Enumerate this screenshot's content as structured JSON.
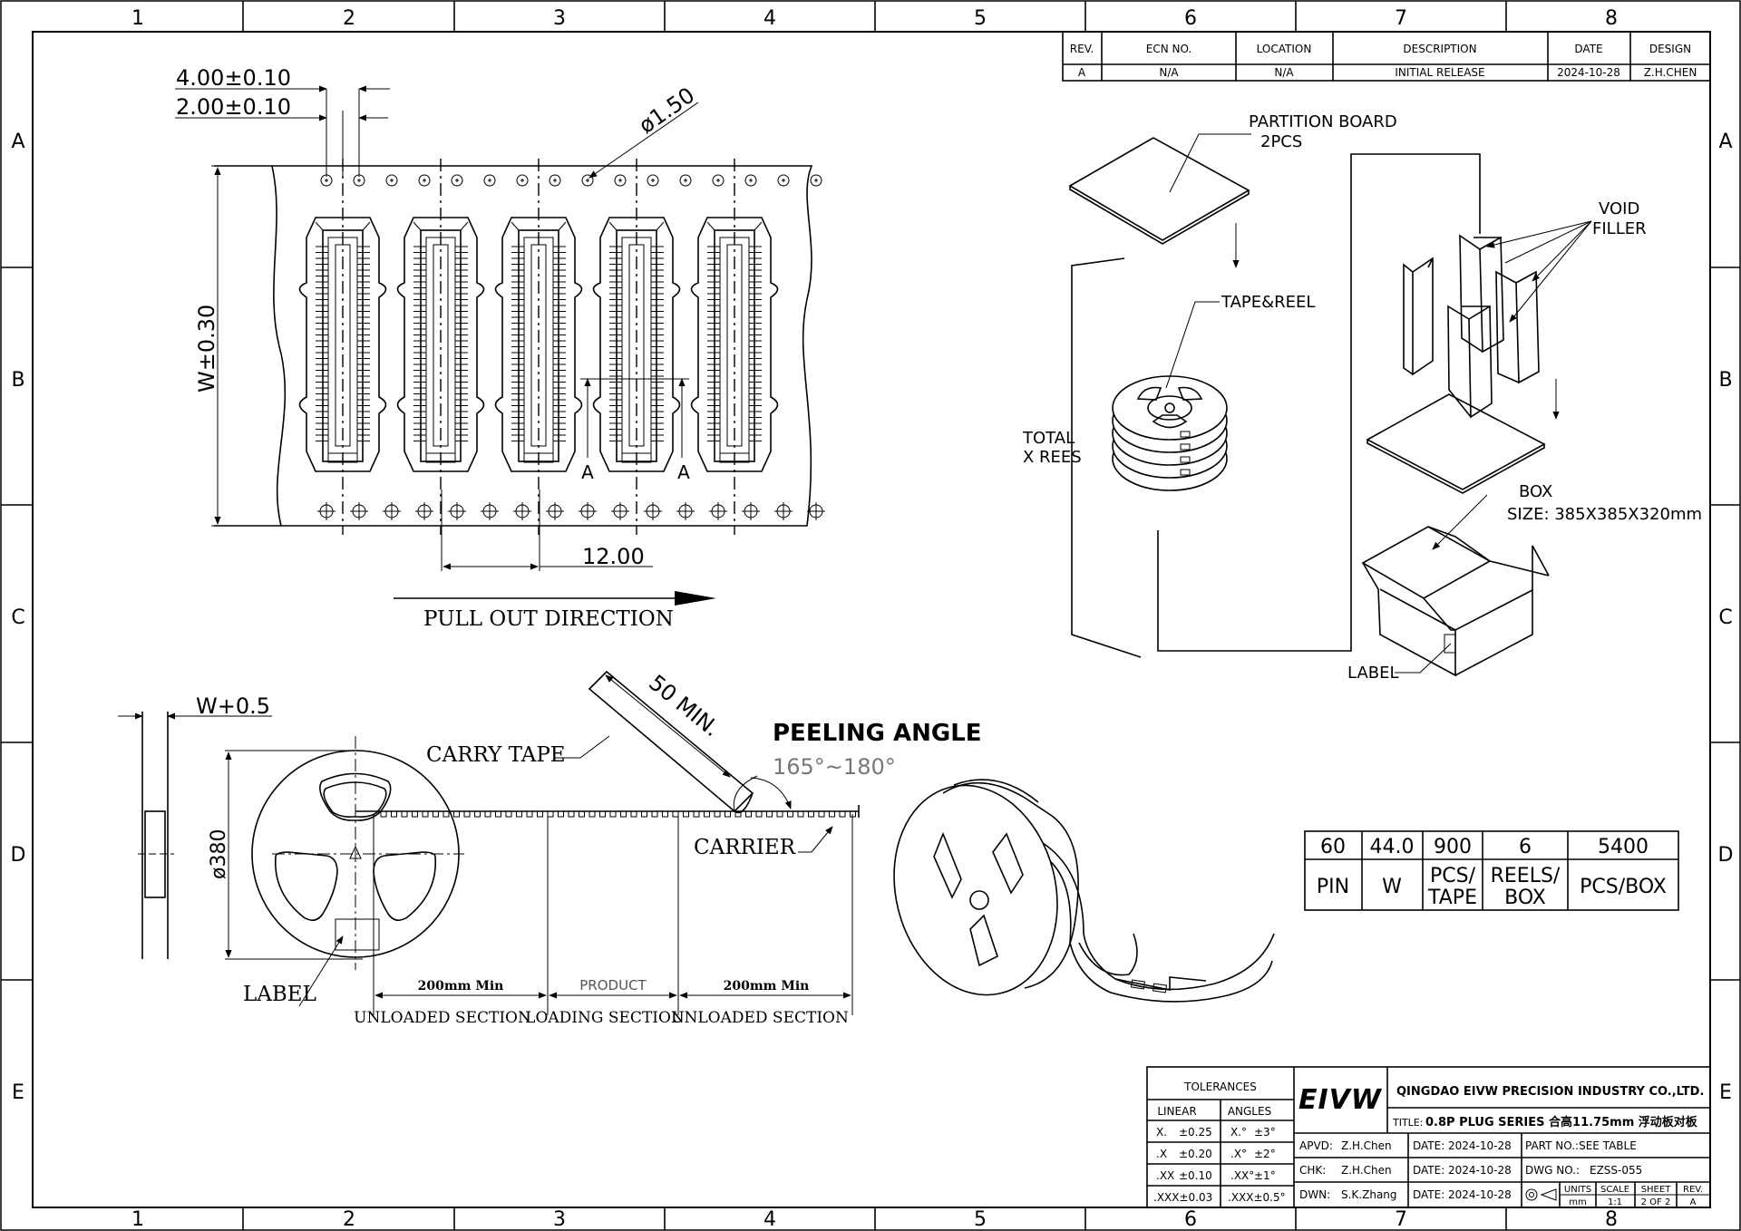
{
  "zones": {
    "columns": [
      "1",
      "2",
      "3",
      "4",
      "5",
      "6",
      "7",
      "8"
    ],
    "rows": [
      "A",
      "B",
      "C",
      "D",
      "E"
    ]
  },
  "revision_block": {
    "headers": [
      "REV.",
      "ECN NO.",
      "LOCATION",
      "DESCRIPTION",
      "DATE",
      "DESIGN"
    ],
    "row": [
      "A",
      "N/A",
      "N/A",
      "INITIAL RELEASE",
      "2024-10-28",
      "Z.H.CHEN"
    ]
  },
  "tape_view": {
    "pitch_hole": "4.00±0.10",
    "half_pitch": "2.00±0.10",
    "hole_dia": "ø1.50",
    "width": "W±0.30",
    "pitch": "12.00",
    "section_mark": "A",
    "direction": "PULL OUT DIRECTION",
    "pocket_count": 5
  },
  "reel_view": {
    "reel_width": "W+0.5",
    "diameter": "ø380",
    "label": "LABEL",
    "carry_tape": "CARRY TAPE",
    "min_length": "50 MIN.",
    "peeling_title": "PEELING ANGLE",
    "peeling_range": "165°~180°",
    "carrier": "CARRIER",
    "min_len_left": "200mm Min",
    "product": "PRODUCT",
    "min_len_right": "200mm Min",
    "sections": [
      "UNLOADED SECTION",
      "LOADING SECTION",
      "UNLOADED SECTION"
    ]
  },
  "packing": {
    "partition": "PARTITION BOARD",
    "partition_qty": "2PCS",
    "tape_reel": "TAPE&REEL",
    "total": "TOTAL",
    "rees": "X REES",
    "void": "VOID",
    "filler": "FILLER",
    "box": "BOX",
    "box_size": "SIZE: 385X385X320mm",
    "label": "LABEL"
  },
  "qty_table": {
    "values": [
      "60",
      "44.0",
      "900",
      "6",
      "5400"
    ],
    "units": [
      [
        "PIN"
      ],
      [
        "W"
      ],
      [
        "PCS/",
        "TAPE"
      ],
      [
        "REELS/",
        "BOX"
      ],
      [
        "PCS/BOX"
      ]
    ]
  },
  "title_block": {
    "tol_title": "TOLERANCES",
    "tol_linear": "LINEAR",
    "tol_angles": "ANGLES",
    "tol_rows": [
      [
        "X.",
        "±0.25",
        "X.°",
        "±3°"
      ],
      [
        ".X",
        "±0.20",
        ".X°",
        "±2°"
      ],
      [
        ".XX",
        "±0.10",
        ".XX°",
        "±1°"
      ],
      [
        ".XXX±0.03",
        "",
        ".XXX±0.5°",
        ""
      ]
    ],
    "logo": "EIVW",
    "company": "QINGDAO EIVW PRECISION INDUSTRY CO.,LTD.",
    "title_label": "TITLE:",
    "title": "0.8P PLUG SERIES 合高11.75mm 浮动板对板",
    "apvd_label": "APVD:",
    "apvd": "Z.H.Chen",
    "chk_label": "CHK:",
    "chk": "Z.H.Chen",
    "dwn_label": "DWN:",
    "dwn": "S.K.Zhang",
    "date_label": "DATE:",
    "date": "2024-10-28",
    "part_no": "PART NO.:SEE TABLE",
    "dwg_label": "DWG NO.:",
    "dwg_no": "EZSS-055",
    "units_label": "UNITS",
    "units": "mm",
    "scale_label": "SCALE",
    "scale": "1:1",
    "sheet_label": "SHEET",
    "sheet": "2 OF 2",
    "rev_label": "REV.",
    "rev": "A"
  }
}
